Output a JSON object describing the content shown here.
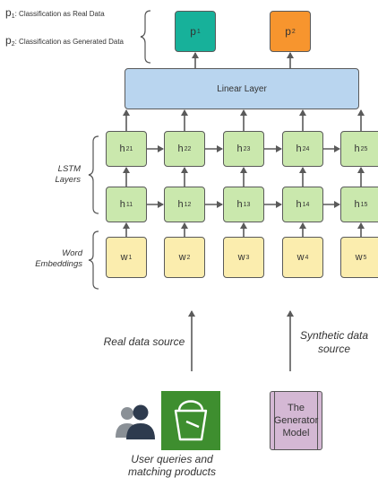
{
  "legend": [
    {
      "p": "p",
      "sub": "1",
      "text": ": Classification as Real Data"
    },
    {
      "p": "p",
      "sub": "2",
      "text": ": Classification as Generated Data"
    }
  ],
  "outputs": [
    {
      "base": "p",
      "sub": "1",
      "color": "#17b19a"
    },
    {
      "base": "p",
      "sub": "2",
      "color": "#f7952e"
    }
  ],
  "linear_layer": {
    "label": "Linear Layer",
    "color": "#b9d5ef"
  },
  "lstm": {
    "label_line1": "LSTM",
    "label_line2": "Layers",
    "top_row": [
      {
        "base": "h",
        "sub": "21"
      },
      {
        "base": "h",
        "sub": "22"
      },
      {
        "base": "h",
        "sub": "23"
      },
      {
        "base": "h",
        "sub": "24"
      },
      {
        "base": "h",
        "sub": "25"
      }
    ],
    "bottom_row": [
      {
        "base": "h",
        "sub": "11"
      },
      {
        "base": "h",
        "sub": "12"
      },
      {
        "base": "h",
        "sub": "13"
      },
      {
        "base": "h",
        "sub": "14"
      },
      {
        "base": "h",
        "sub": "15"
      }
    ],
    "color": "#cae8ad"
  },
  "embeddings": {
    "label_line1": "Word",
    "label_line2": "Embeddings",
    "items": [
      {
        "base": "w",
        "sub": "1"
      },
      {
        "base": "w",
        "sub": "2"
      },
      {
        "base": "w",
        "sub": "3"
      },
      {
        "base": "w",
        "sub": "4"
      },
      {
        "base": "w",
        "sub": "5"
      }
    ],
    "color": "#fbedae"
  },
  "sources": {
    "real": "Real data source",
    "synthetic_line1": "Synthetic data",
    "synthetic_line2": "source"
  },
  "generator": {
    "line1": "The",
    "line2": "Generator",
    "line3": "Model",
    "color": "#d4b8d4"
  },
  "caption": {
    "line1": "User queries and",
    "line2": "matching products"
  },
  "icons": {
    "users": "users-icon",
    "bucket": "storage-bucket-icon"
  }
}
